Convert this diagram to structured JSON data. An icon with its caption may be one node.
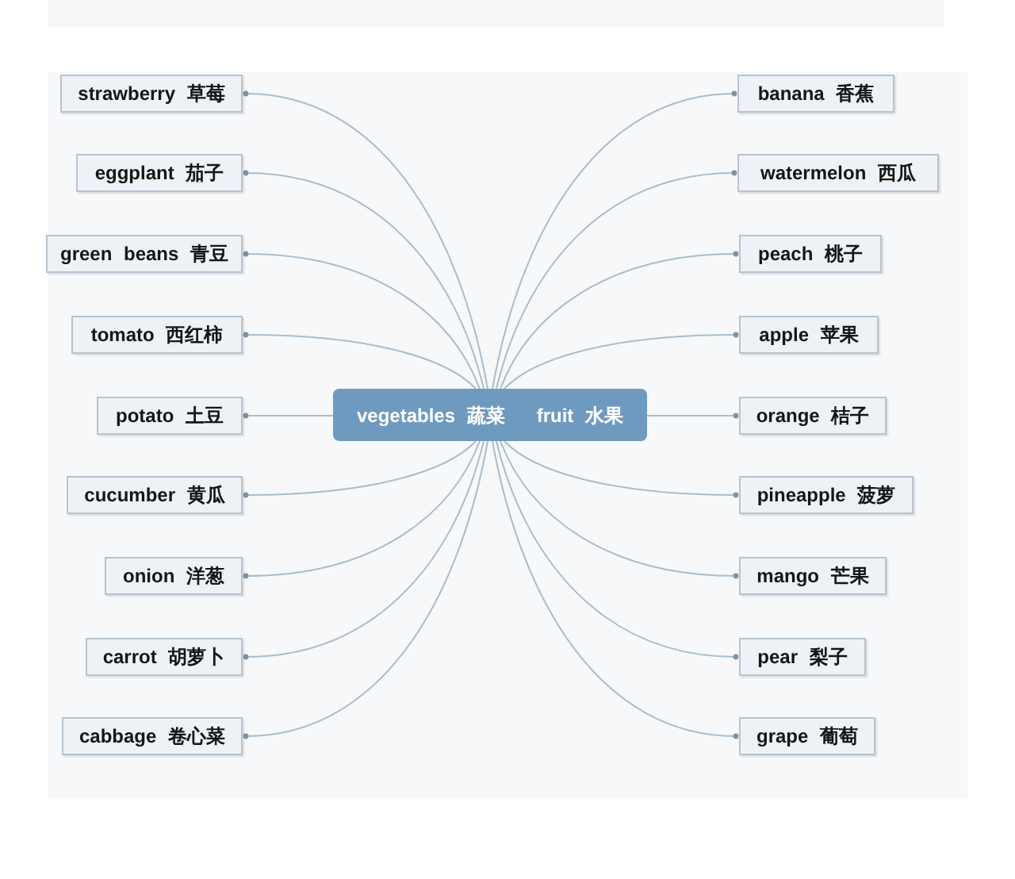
{
  "diagram": {
    "nodes": [
      {
        "text": [
          "vegetables 蔬菜",
          "fruit 水果"
        ]
      },
      {
        "text": [
          "strawberry 草莓"
        ]
      },
      {
        "text": [
          "eggplant 茄子"
        ]
      },
      {
        "text": [
          "green beans 青豆"
        ]
      },
      {
        "text": [
          "tomato 西红柿"
        ]
      },
      {
        "text": [
          "potato 土豆"
        ]
      },
      {
        "text": [
          "cucumber 黄瓜"
        ]
      },
      {
        "text": [
          "onion 洋葱"
        ]
      },
      {
        "text": [
          "carrot 胡萝卜"
        ]
      },
      {
        "text": [
          "cabbage 卷心菜"
        ]
      },
      {
        "text": [
          "banana 香蕉"
        ]
      },
      {
        "text": [
          "watermelon 西瓜"
        ]
      },
      {
        "text": [
          "peach 桃子"
        ]
      },
      {
        "text": [
          "apple 苹果"
        ]
      },
      {
        "text": [
          "orange 桔子"
        ]
      },
      {
        "text": [
          "pineapple 菠萝"
        ]
      },
      {
        "text": [
          "mango 芒果"
        ]
      },
      {
        "text": [
          "pear 梨子"
        ]
      },
      {
        "text": [
          "grape 葡萄"
        ]
      }
    ],
    "edges": [
      {
        "from": 0,
        "to": 1,
        "arrow": "other"
      },
      {
        "from": 0,
        "to": 2,
        "arrow": "other"
      },
      {
        "from": 0,
        "to": 3,
        "arrow": "other"
      },
      {
        "from": 0,
        "to": 4,
        "arrow": "other"
      },
      {
        "from": 0,
        "to": 5,
        "arrow": "other"
      },
      {
        "from": 0,
        "to": 6,
        "arrow": "other"
      },
      {
        "from": 0,
        "to": 7,
        "arrow": "other"
      },
      {
        "from": 0,
        "to": 8,
        "arrow": "other"
      },
      {
        "from": 0,
        "to": 9,
        "arrow": "other"
      },
      {
        "from": 0,
        "to": 10,
        "arrow": "other"
      },
      {
        "from": 0,
        "to": 11,
        "arrow": "other"
      },
      {
        "from": 0,
        "to": 12,
        "arrow": "other"
      },
      {
        "from": 0,
        "to": 13,
        "arrow": "other"
      },
      {
        "from": 0,
        "to": 14,
        "arrow": "other"
      },
      {
        "from": 0,
        "to": 15,
        "arrow": "other"
      },
      {
        "from": 0,
        "to": 16,
        "arrow": "other"
      },
      {
        "from": 0,
        "to": 17,
        "arrow": "other"
      },
      {
        "from": 0,
        "to": 18,
        "arrow": "other"
      }
    ]
  }
}
